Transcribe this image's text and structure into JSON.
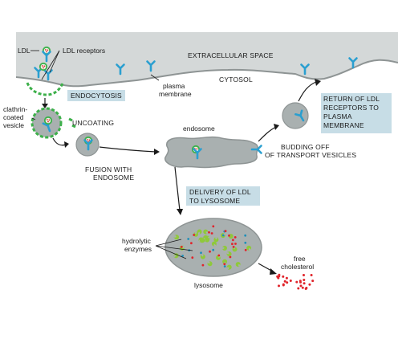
{
  "labels": {
    "ldl": "LDL",
    "ldl_receptors": "LDL receptors",
    "extracellular_space": "EXTRACELLULAR SPACE",
    "cytosol": "CYTOSOL",
    "plasma_membrane": [
      "plasma",
      "membrane"
    ],
    "clathrin_coated_vesicle": [
      "clathrin-",
      "coated",
      "vesicle"
    ],
    "uncoating": "UNCOATING",
    "fusion_with_endosome": [
      "FUSION WITH",
      "ENDOSOME"
    ],
    "endosome": "endosome",
    "budding_off": [
      "BUDDING OFF",
      "OF TRANSPORT VESICLES"
    ],
    "hydrolytic_enzymes": [
      "hydrolytic",
      "enzymes"
    ],
    "lysosome": "lysosome",
    "free_cholesterol": [
      "free",
      "cholesterol"
    ]
  },
  "boxes": {
    "endocytosis": "ENDOCYTOSIS",
    "return_receptors": [
      "RETURN OF LDL",
      "RECEPTORS TO",
      "PLASMA",
      "MEMBRANE"
    ],
    "delivery": [
      "DELIVERY OF LDL",
      "TO LYSOSOME"
    ]
  },
  "colors": {
    "membrane_fill": "#d4d8d8",
    "membrane_edge": "#8e9494",
    "receptor": "#2a9fd0",
    "ldl_green": "#3db04a",
    "cholesterol_red": "#e0242b",
    "label_box": "#c7dde6",
    "organelle": "#a9b0b0"
  }
}
